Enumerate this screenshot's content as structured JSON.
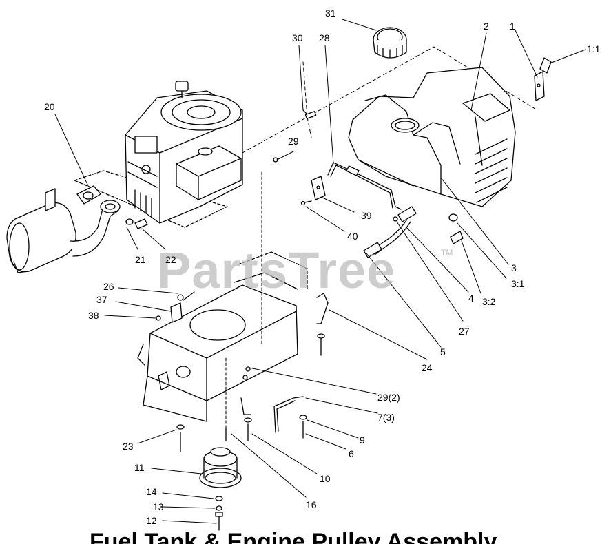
{
  "watermark": {
    "text": "PartsTree",
    "tm": "TM"
  },
  "footer": {
    "title": "Fuel Tank & Engine Pulley Assembly"
  },
  "callouts": [
    {
      "id": "c31",
      "text": "31"
    },
    {
      "id": "c30",
      "text": "30"
    },
    {
      "id": "c28",
      "text": "28"
    },
    {
      "id": "c2",
      "text": "2"
    },
    {
      "id": "c1",
      "text": "1"
    },
    {
      "id": "c1_1",
      "text": "1:1"
    },
    {
      "id": "c20",
      "text": "20"
    },
    {
      "id": "c29",
      "text": "29"
    },
    {
      "id": "c39",
      "text": "39"
    },
    {
      "id": "c40",
      "text": "40"
    },
    {
      "id": "c21",
      "text": "21"
    },
    {
      "id": "c22",
      "text": "22"
    },
    {
      "id": "c3",
      "text": "3"
    },
    {
      "id": "c3_1",
      "text": "3:1"
    },
    {
      "id": "c3_2",
      "text": "3:2"
    },
    {
      "id": "c4",
      "text": "4"
    },
    {
      "id": "c27",
      "text": "27"
    },
    {
      "id": "c26",
      "text": "26"
    },
    {
      "id": "c37",
      "text": "37"
    },
    {
      "id": "c38",
      "text": "38"
    },
    {
      "id": "c5",
      "text": "5"
    },
    {
      "id": "c24",
      "text": "24"
    },
    {
      "id": "c29_2",
      "text": "29(2)"
    },
    {
      "id": "c7_3",
      "text": "7(3)"
    },
    {
      "id": "c9",
      "text": "9"
    },
    {
      "id": "c6",
      "text": "6"
    },
    {
      "id": "c23",
      "text": "23"
    },
    {
      "id": "c10",
      "text": "10"
    },
    {
      "id": "c11",
      "text": "11"
    },
    {
      "id": "c16",
      "text": "16"
    },
    {
      "id": "c14",
      "text": "14"
    },
    {
      "id": "c13",
      "text": "13"
    },
    {
      "id": "c12",
      "text": "12"
    }
  ]
}
